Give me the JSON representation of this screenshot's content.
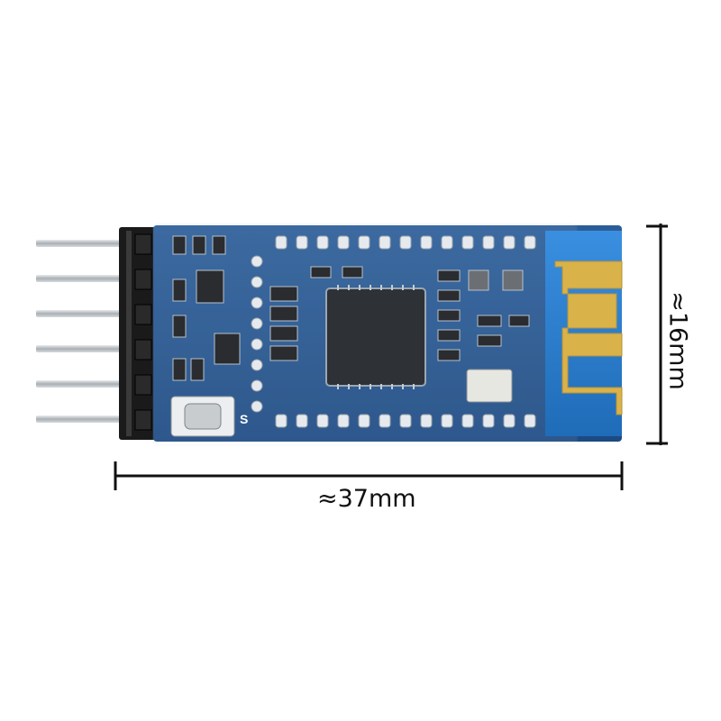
{
  "dimensions": {
    "width_label": "≈37mm",
    "height_label": "≈16mm"
  },
  "board": {
    "silkscreen_s": "S"
  },
  "colors": {
    "pcb": "#1f4f8a",
    "pcb_light": "#3a6ea8",
    "gold": "#d9b24a",
    "header_pin": "#bfc4c8",
    "header_plastic": "#1a1a1a",
    "antenna_bg": "#2c7fd0",
    "dimension_line": "#111111"
  },
  "icons": [
    "pin-header-icon",
    "chip-icon",
    "push-button-icon",
    "antenna-icon",
    "dimension-arrow-icon"
  ]
}
